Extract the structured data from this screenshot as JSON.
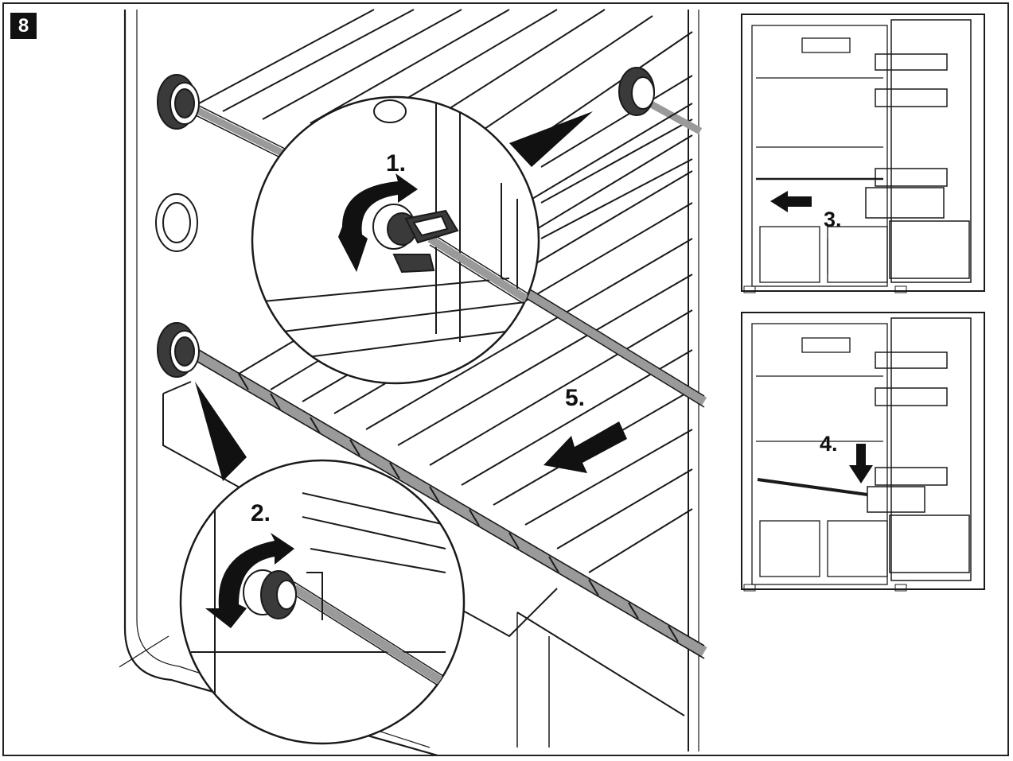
{
  "figure_number": "8",
  "steps": {
    "s1": "1.",
    "s2": "2.",
    "s3": "3.",
    "s4": "4.",
    "s5": "5."
  },
  "colors": {
    "line": "#1a1a1a",
    "rail_gray": "#9a9a9a",
    "dark_part": "#3a3a3a",
    "badge_bg": "#111111"
  },
  "icons": {
    "turn_arrow": "curved-arrow-icon",
    "direction_arrow": "solid-arrow-icon"
  }
}
